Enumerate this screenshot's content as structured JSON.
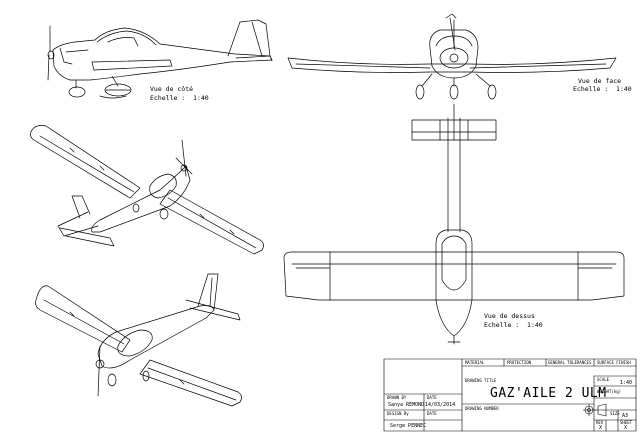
{
  "views": {
    "side": {
      "title": "Vue de côté",
      "scale": "Echelle :  1:40"
    },
    "front": {
      "title": "Vue de face",
      "scale": "Echelle :  1:40"
    },
    "top": {
      "title": "Vue de dessus",
      "scale": "Echelle :  1:40"
    }
  },
  "title_block": {
    "material_label": "MATERIAL",
    "protection_label": "PROTECTION",
    "tolerances_label": "GENERAL TOLERANCES",
    "surface_label": "SURFACE FINISH",
    "drawing_title_label": "DRAWING TITLE",
    "drawing_title": "GAZ'AILE 2 ULM",
    "scale_label": "SCALE",
    "scale_value": "1:40",
    "weight_label": "WEIGHT(kg)",
    "size_label": "SIZE",
    "size_value": "A3",
    "drawn_by_label": "DRAWN BY",
    "drawn_by_name": "Sanya REMOND",
    "date_label": "DATE",
    "date_value": "14/03/2014",
    "design_by_label": "DESIGN By",
    "design_by_name": "Serge PENNEC",
    "design_date_label": "DATE",
    "drawing_number_label": "DRAWING NUMBER",
    "rev_label": "REV",
    "rev_value": "X",
    "sheet_label": "SHEET",
    "sheet_value": "X"
  }
}
